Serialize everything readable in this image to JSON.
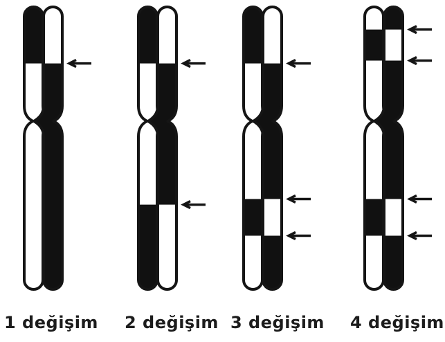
{
  "diagram": {
    "panels": [
      {
        "caption": "1 değişim",
        "left": [
          {
            "from": 0.0,
            "to": 0.2,
            "color": "#111111"
          }
        ],
        "right": [
          {
            "from": 0.2,
            "to": 1.0,
            "color": "#111111"
          }
        ],
        "arrows": [
          0.2
        ]
      },
      {
        "caption": "2 değişim",
        "left": [
          {
            "from": 0.0,
            "to": 0.2,
            "color": "#111111"
          },
          {
            "from": 0.7,
            "to": 1.0,
            "color": "#111111"
          }
        ],
        "right": [
          {
            "from": 0.2,
            "to": 0.7,
            "color": "#111111"
          }
        ],
        "arrows": [
          0.2,
          0.7
        ]
      },
      {
        "caption": "3 değişim",
        "left": [
          {
            "from": 0.0,
            "to": 0.2,
            "color": "#111111"
          },
          {
            "from": 0.68,
            "to": 0.81,
            "color": "#111111"
          }
        ],
        "right": [
          {
            "from": 0.2,
            "to": 0.68,
            "color": "#111111"
          },
          {
            "from": 0.81,
            "to": 1.0,
            "color": "#111111"
          }
        ],
        "arrows": [
          0.2,
          0.68,
          0.81
        ]
      },
      {
        "caption": "4 değişim",
        "left": [
          {
            "from": 0.08,
            "to": 0.19,
            "color": "#111111"
          },
          {
            "from": 0.68,
            "to": 0.81,
            "color": "#111111"
          }
        ],
        "right": [
          {
            "from": 0.0,
            "to": 0.08,
            "color": "#111111"
          },
          {
            "from": 0.19,
            "to": 0.68,
            "color": "#111111"
          },
          {
            "from": 0.81,
            "to": 1.0,
            "color": "#111111"
          }
        ],
        "arrows": [
          0.08,
          0.19,
          0.68,
          0.81
        ]
      }
    ]
  }
}
